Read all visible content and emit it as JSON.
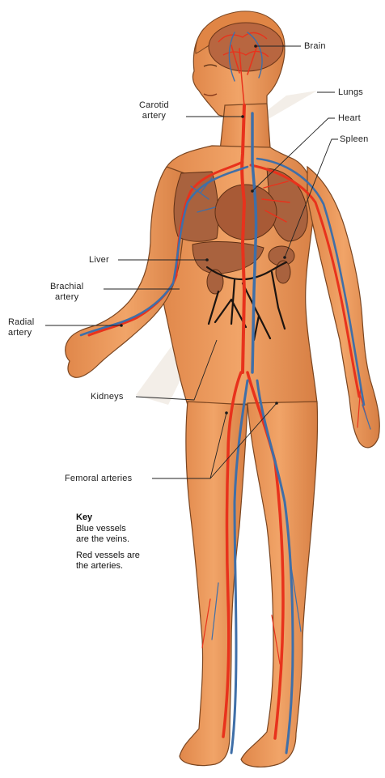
{
  "labels": {
    "brain": "Brain",
    "lungs": "Lungs",
    "heart": "Heart",
    "spleen": "Spleen",
    "carotid_artery": "Carotid\nartery",
    "liver": "Liver",
    "brachial_artery": "Brachial\nartery",
    "radial_artery": "Radial\nartery",
    "kidneys": "Kidneys",
    "femoral_arteries": "Femoral arteries"
  },
  "key": {
    "title": "Key",
    "veins_text": "Blue vessels\nare the veins.",
    "arteries_text": "Red vessels are\nthe arteries."
  },
  "colors": {
    "skin": "#ec9a5e",
    "skin_shadow": "#cf7a41",
    "outline": "#6b3a1a",
    "artery": "#e8321c",
    "vein": "#3f6fa8",
    "organ": "#a9623e",
    "bowel": "#1c1410"
  }
}
